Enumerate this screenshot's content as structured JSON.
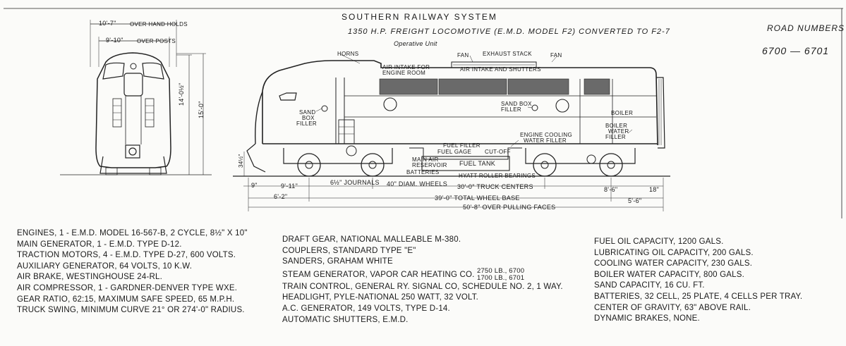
{
  "header": {
    "system": "SOUTHERN RAILWAY SYSTEM",
    "subtitle": "1350 H.P. FREIGHT LOCOMOTIVE (E.M.D. MODEL F2) CONVERTED TO F2-7",
    "unit": "Operative Unit",
    "road_numbers_label": "ROAD NUMBERS",
    "road_numbers_value": "6700 — 6701"
  },
  "front_view": {
    "width_hand_holds": "10'-7\"",
    "width_hand_holds_label": "OVER HAND HOLDS",
    "width_posts": "9'-10\"",
    "width_posts_label": "OVER POSTS",
    "height_cab": "14'-0½\"",
    "height_total": "15'-0\"",
    "height_coupler": "34½\""
  },
  "callouts": {
    "horns": "HORNS",
    "fan1": "FAN",
    "exhaust_stack": "EXHAUST STACK",
    "fan2": "FAN",
    "air_intake_engine_line1": "AIR INTAKE FOR",
    "air_intake_engine_line2": "ENGINE ROOM",
    "air_intake_shutters": "AIR INTAKE AND SHUTTERS",
    "sand_box_filler_front": [
      "SAND",
      "BOX",
      "FILLER"
    ],
    "sand_box_filler_rear": [
      "SAND BOX",
      "FILLER"
    ],
    "boiler": "BOILER",
    "boiler_water_filler": [
      "BOILER",
      "WATER",
      "FILLER"
    ],
    "fuel_filler": "FUEL FILLER",
    "fuel_gage": "FUEL GAGE",
    "cut_off": "CUT-OFF",
    "engine_cooling_water_filler": [
      "ENGINE COOLING",
      "WATER FILLER"
    ],
    "main_air_reservoir": [
      "MAIN AIR",
      "RESERVOIR"
    ],
    "batteries": "BATTERIES",
    "fuel_tank": "FUEL TANK",
    "hyatt_roller_bearings": "HYATT ROLLER BEARINGS"
  },
  "dimensions": {
    "d9": "9\"",
    "d9_11": "9'-11\"",
    "journals": "6½\" JOURNALS",
    "wheels": "40\" DIAM. WHEELS",
    "truck_centers": "30'-0\" TRUCK CENTERS",
    "d8_6": "8'-6\"",
    "d18": "18\"",
    "d6_2": "6'-2\"",
    "total_wheel_base": "39'-0\" TOTAL WHEEL BASE",
    "d5_6": "5'-6\"",
    "pulling_faces": "50'-8\" OVER PULLING FACES"
  },
  "specs_col1": [
    "ENGINES, 1 - E.M.D. MODEL 16-567-B, 2 CYCLE, 8½\" X 10\"",
    "MAIN GENERATOR, 1 - E.M.D. TYPE D-12.",
    "TRACTION MOTORS, 4 - E.M.D. TYPE D-27, 600 VOLTS.",
    "AUXILIARY GENERATOR, 64 VOLTS, 10 K.W.",
    "AIR BRAKE, WESTINGHOUSE 24-RL.",
    "AIR COMPRESSOR, 1 - GARDNER-DENVER TYPE WXE.",
    "GEAR RATIO, 62:15, MAXIMUM SAFE SPEED, 65 M.P.H.",
    "TRUCK SWING, MINIMUM CURVE 21° OR 274'-0\" RADIUS."
  ],
  "specs_col2": {
    "draft_gear": "DRAFT GEAR, NATIONAL MALLEABLE M-380.",
    "couplers": "COUPLERS, STANDARD TYPE \"E\"",
    "sanders": "SANDERS, GRAHAM WHITE",
    "steam_generator": "STEAM GENERATOR, VAPOR CAR HEATING CO.",
    "steam_line1": "2750 LB., 6700",
    "steam_line2": "1700 LB., 6701",
    "train_control": "TRAIN CONTROL, GENERAL RY. SIGNAL CO, SCHEDULE NO. 2, 1 WAY.",
    "headlight": "HEADLIGHT, PYLE-NATIONAL 250 WATT, 32 VOLT.",
    "ac_generator": "A.C. GENERATOR, 149 VOLTS, TYPE D-14.",
    "shutters": "AUTOMATIC SHUTTERS, E.M.D."
  },
  "specs_col3": [
    "FUEL OIL CAPACITY, 1200 GALS.",
    "LUBRICATING OIL CAPACITY, 200 GALS.",
    "COOLING WATER CAPACITY, 230 GALS.",
    "BOILER WATER CAPACITY, 800 GALS.",
    "SAND CAPACITY, 16 CU. FT.",
    "BATTERIES, 32 CELL, 25 PLATE, 4 CELLS PER TRAY.",
    "CENTER OF GRAVITY, 63\" ABOVE RAIL.",
    "DYNAMIC BRAKES, NONE."
  ]
}
